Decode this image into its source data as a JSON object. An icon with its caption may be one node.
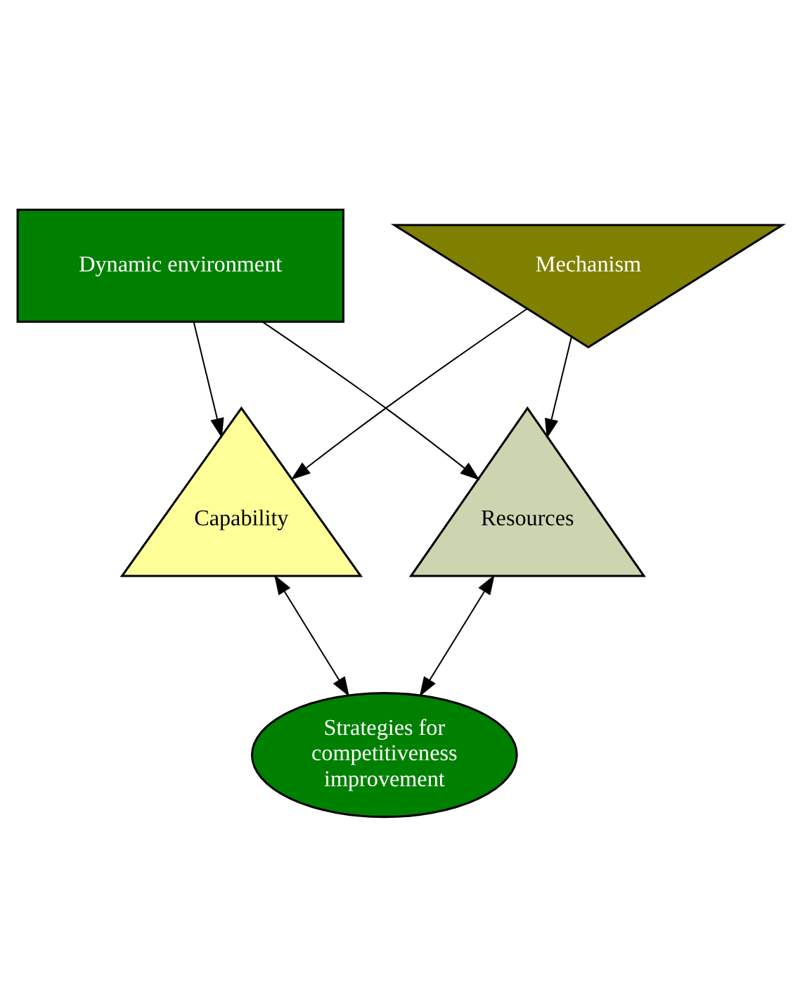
{
  "diagram": {
    "nodes": [
      {
        "text": [
          "Dynamic environment"
        ]
      },
      {
        "text": [
          "Mechanism"
        ]
      },
      {
        "text": [
          "Capability"
        ]
      },
      {
        "text": [
          "Resources"
        ]
      },
      {
        "text": [
          "Strategies for competitiveness improvement"
        ]
      }
    ],
    "edges": [
      {
        "from": 0,
        "to": 2,
        "arrow": "to"
      },
      {
        "from": 0,
        "to": 3,
        "arrow": "to"
      },
      {
        "from": 1,
        "to": 2,
        "arrow": "to"
      },
      {
        "from": 1,
        "to": 3,
        "arrow": "to"
      },
      {
        "from": 2,
        "to": 4,
        "arrow": "both"
      },
      {
        "from": 3,
        "to": 4,
        "arrow": "both"
      }
    ]
  }
}
